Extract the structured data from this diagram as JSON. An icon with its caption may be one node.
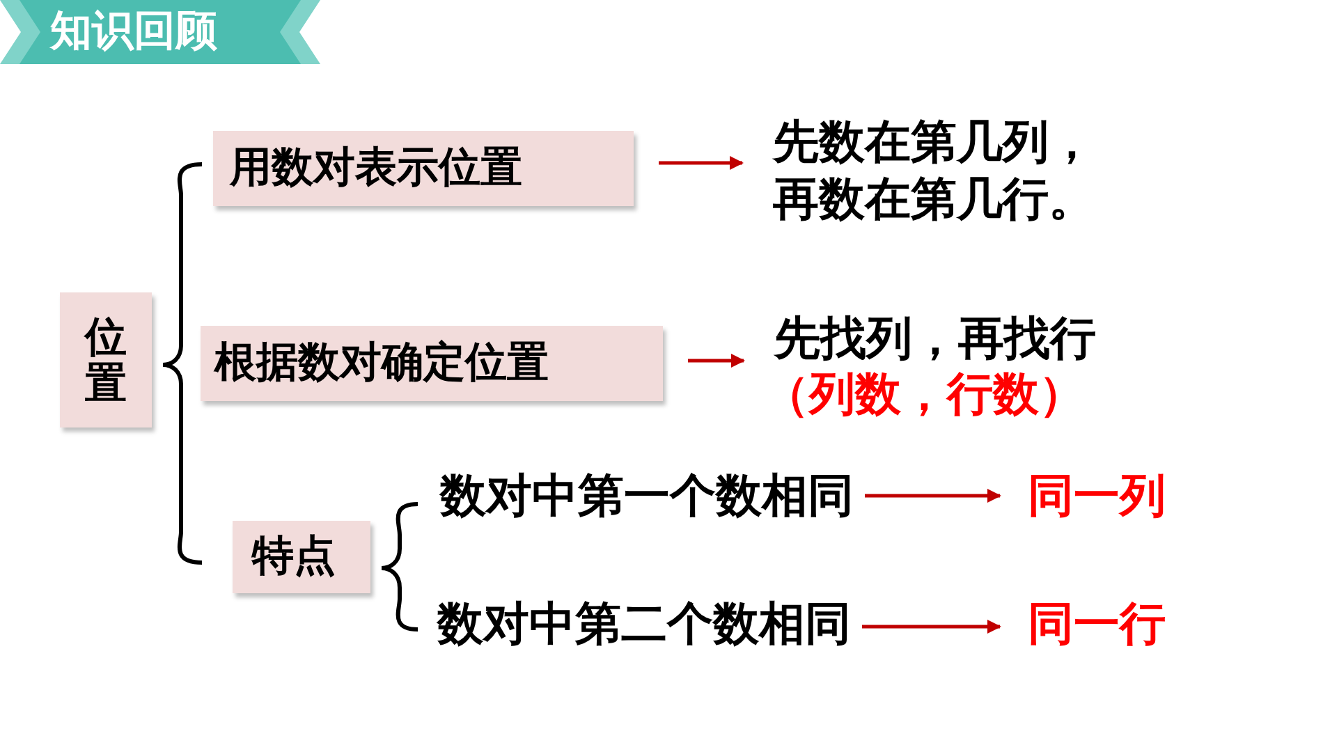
{
  "diagram": {
    "title": "知识回顾",
    "nodes": [
      {
        "text": [
          "位置"
        ]
      },
      {
        "text": [
          "用数对表示位置"
        ]
      },
      {
        "text": [
          "根据数对确定位置"
        ]
      },
      {
        "text": [
          "特点"
        ]
      },
      {
        "text": [
          "数对中第一个数相同"
        ]
      },
      {
        "text": [
          "数对中第二个数相同"
        ]
      },
      {
        "text": [
          "先数在第几列，再数在第几行。"
        ]
      },
      {
        "text": [
          "先找列，再找行",
          "（列数，行数）"
        ]
      },
      {
        "text": [
          "同一列"
        ]
      },
      {
        "text": [
          "同一行"
        ]
      }
    ],
    "edges": [
      {
        "from": 1,
        "to": 6,
        "arrow": "to"
      },
      {
        "from": 2,
        "to": 7,
        "arrow": "to"
      },
      {
        "from": 4,
        "to": 8,
        "arrow": "to"
      },
      {
        "from": 5,
        "to": 9,
        "arrow": "to"
      }
    ]
  }
}
